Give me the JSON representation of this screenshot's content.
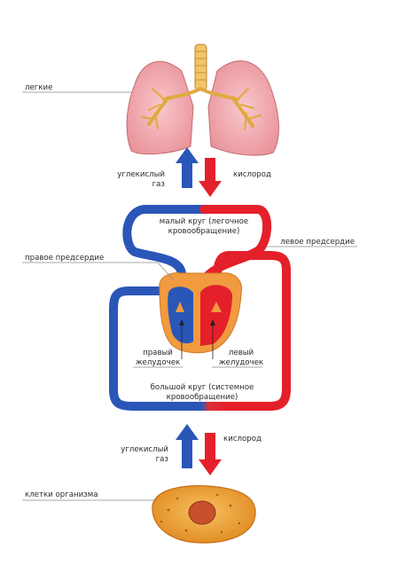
{
  "labels": {
    "lungs": "легкие",
    "co2_top_line1": "углекислый",
    "co2_top_line2": "газ",
    "o2_top": "кислород",
    "pulmonary_line1": "малый круг (легочное",
    "pulmonary_line2": "кровообращение)",
    "left_atrium": "левое предсердие",
    "right_atrium": "правое предсердие",
    "right_ventricle_line1": "правый",
    "right_ventricle_line2": "желудочек",
    "left_ventricle_line1": "левый",
    "left_ventricle_line2": "желудочек",
    "systemic_line1": "большой круг (системное",
    "systemic_line2": "кровообращение)",
    "co2_bottom_line1": "углекислый",
    "co2_bottom_line2": "газ",
    "o2_bottom": "кислород",
    "cells": "клетки организма"
  },
  "colors": {
    "oxygenated": "#e4202a",
    "deoxygenated": "#2a56b8",
    "heart_wall": "#f29a3f",
    "lung_fill": "#f3b3b8",
    "trachea": "#f2c46a",
    "cell": "#f0a030",
    "nucleus": "#c8502c"
  }
}
